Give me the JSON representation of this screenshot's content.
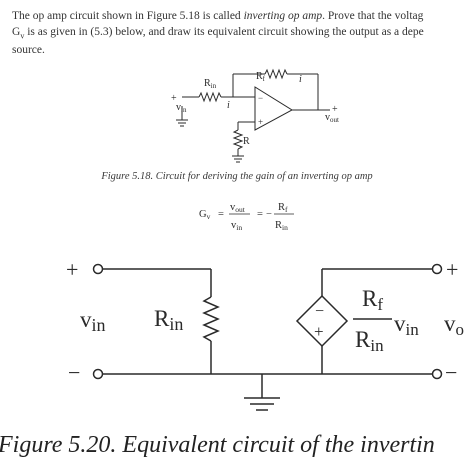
{
  "paragraph": {
    "line1_pre": "The op amp circuit shown in Figure 5.18 is called ",
    "line1_em": "inverting op amp",
    "line1_post": ". Prove that the voltag",
    "line2_g": "G",
    "line2_sub": "v",
    "line2_rest": " is as given in (5.3) below, and draw its equivalent circuit showing the output as a depe",
    "line3": "source."
  },
  "fig518": {
    "caption": "Figure 5.18.  Circuit for deriving the gain of an inverting op amp",
    "labels": {
      "rin": "R",
      "rin_sub": "in",
      "rf": "R",
      "rf_sub": "f",
      "i_top": "i",
      "i_mid": "i",
      "plus_in": "+",
      "vin": "v",
      "vin_sub": "in",
      "minus_pin": "−",
      "plus_pin": "+",
      "r": "R",
      "plus_out": "+",
      "vout": "v",
      "vout_sub": "out"
    }
  },
  "equation": {
    "g": "G",
    "g_sub": "v",
    "eq1": "=",
    "num1": "v",
    "num1_sub": "out",
    "den1": "v",
    "den1_sub": "in",
    "eq2": "=",
    "neg": "−",
    "num2": "R",
    "num2_sub": "f",
    "den2": "R",
    "den2_sub": "in"
  },
  "fig520": {
    "caption": "Figure 5.20.  Equivalent circuit of the invertin",
    "labels": {
      "plus_left": "+",
      "minus_left": "−",
      "vin": "v",
      "vin_sub": "in",
      "rin": "R",
      "rin_sub": "in",
      "src_plus": "+",
      "src_minus": "−",
      "frac_num": "R",
      "frac_num_sub": "f",
      "frac_den": "R",
      "frac_den_sub": "in",
      "mult": "v",
      "mult_sub": "in",
      "plus_right": "+",
      "minus_right": "−",
      "vout": "v",
      "vout_sub": "o"
    }
  },
  "colors": {
    "ink": "#2a2a2a",
    "paper": "#ffffff"
  }
}
